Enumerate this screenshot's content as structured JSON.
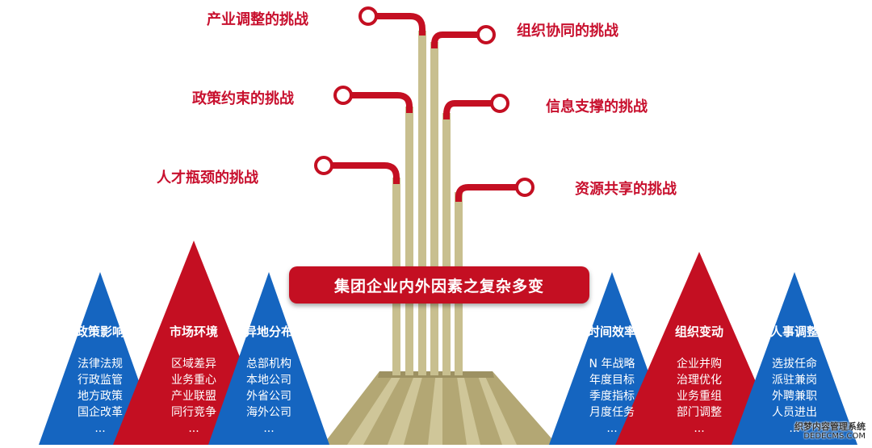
{
  "challenges": [
    {
      "label": "产业调整的挑战"
    },
    {
      "label": "组织协同的挑战"
    },
    {
      "label": "政策约束的挑战"
    },
    {
      "label": "信息支撑的挑战"
    },
    {
      "label": "人才瓶颈的挑战"
    },
    {
      "label": "资源共享的挑战"
    }
  ],
  "center_banner": "集团企业内外因素之复杂多变",
  "factors": [
    {
      "title": "政策影响",
      "items": [
        "法律法规",
        "行政监管",
        "地方政策",
        "国企改革",
        "..."
      ],
      "color": "#1565c0"
    },
    {
      "title": "市场环境",
      "items": [
        "区域差异",
        "业务重心",
        "产业联盟",
        "同行竞争",
        "..."
      ],
      "color": "#c40f22"
    },
    {
      "title": "异地分布",
      "items": [
        "总部机构",
        "本地公司",
        "外省公司",
        "海外公司",
        "..."
      ],
      "color": "#1565c0"
    },
    {
      "title": "时间效率",
      "items": [
        "N 年战略",
        "年度目标",
        "季度指标",
        "月度任务",
        "..."
      ],
      "color": "#1565c0"
    },
    {
      "title": "组织变动",
      "items": [
        "企业并购",
        "治理优化",
        "业务重组",
        "部门调整",
        "..."
      ],
      "color": "#c40f22"
    },
    {
      "title": "人事调整",
      "items": [
        "选拔任命",
        "派驻兼岗",
        "外聘兼职",
        "人员进出",
        "..."
      ],
      "color": "#1565c0"
    }
  ],
  "watermark": {
    "line1": "织梦内容管理系统",
    "line2": "DEDECMS.COM"
  },
  "colors": {
    "red": "#c40f22",
    "blue": "#1565c0",
    "trunk": "#c8bf8f",
    "trunk_dark": "#a89c6a"
  }
}
